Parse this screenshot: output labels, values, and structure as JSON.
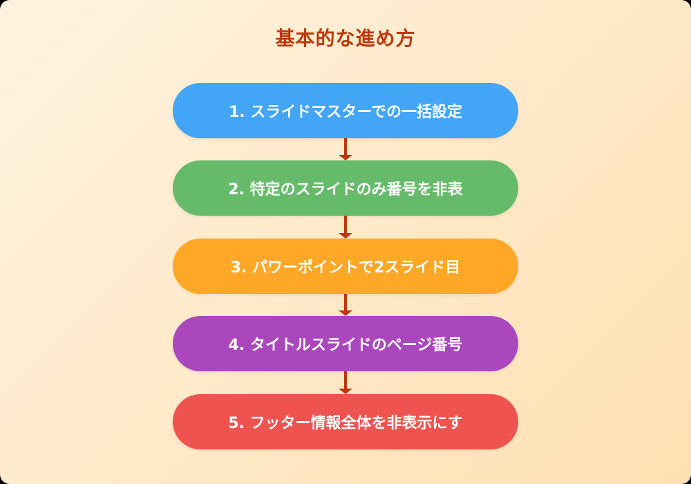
{
  "title": "基本的な進め方",
  "colors": {
    "background_start": "#FFF3E0",
    "background_end": "#FFE0B2",
    "title": "#BF360C",
    "arrow": "#BF360C"
  },
  "steps": [
    {
      "label": "1. スライドマスターでの一括設定",
      "color": "#42A5F5"
    },
    {
      "label": "2. 特定のスライドのみ番号を非表",
      "color": "#66BB6A"
    },
    {
      "label": "3. パワーポイントで2スライド目",
      "color": "#FFA726"
    },
    {
      "label": "4. タイトルスライドのページ番号",
      "color": "#AB47BC"
    },
    {
      "label": "5. フッター情報全体を非表示にす",
      "color": "#EF5350"
    }
  ]
}
